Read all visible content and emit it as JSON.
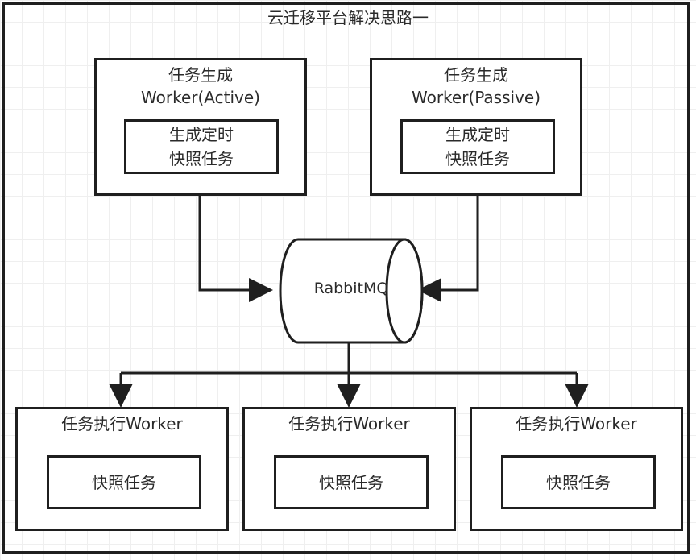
{
  "title": "云迁移平台解决思路一",
  "producers": [
    {
      "label": "任务生成\nWorker(Active)",
      "inner": "生成定时\n快照任务"
    },
    {
      "label": "任务生成\nWorker(Passive)",
      "inner": "生成定时\n快照任务"
    }
  ],
  "queue": {
    "label": "RabbitMQ"
  },
  "consumers": [
    {
      "label": "任务执行Worker",
      "inner": "快照任务"
    },
    {
      "label": "任务执行Worker",
      "inner": "快照任务"
    },
    {
      "label": "任务执行Worker",
      "inner": "快照任务"
    }
  ]
}
